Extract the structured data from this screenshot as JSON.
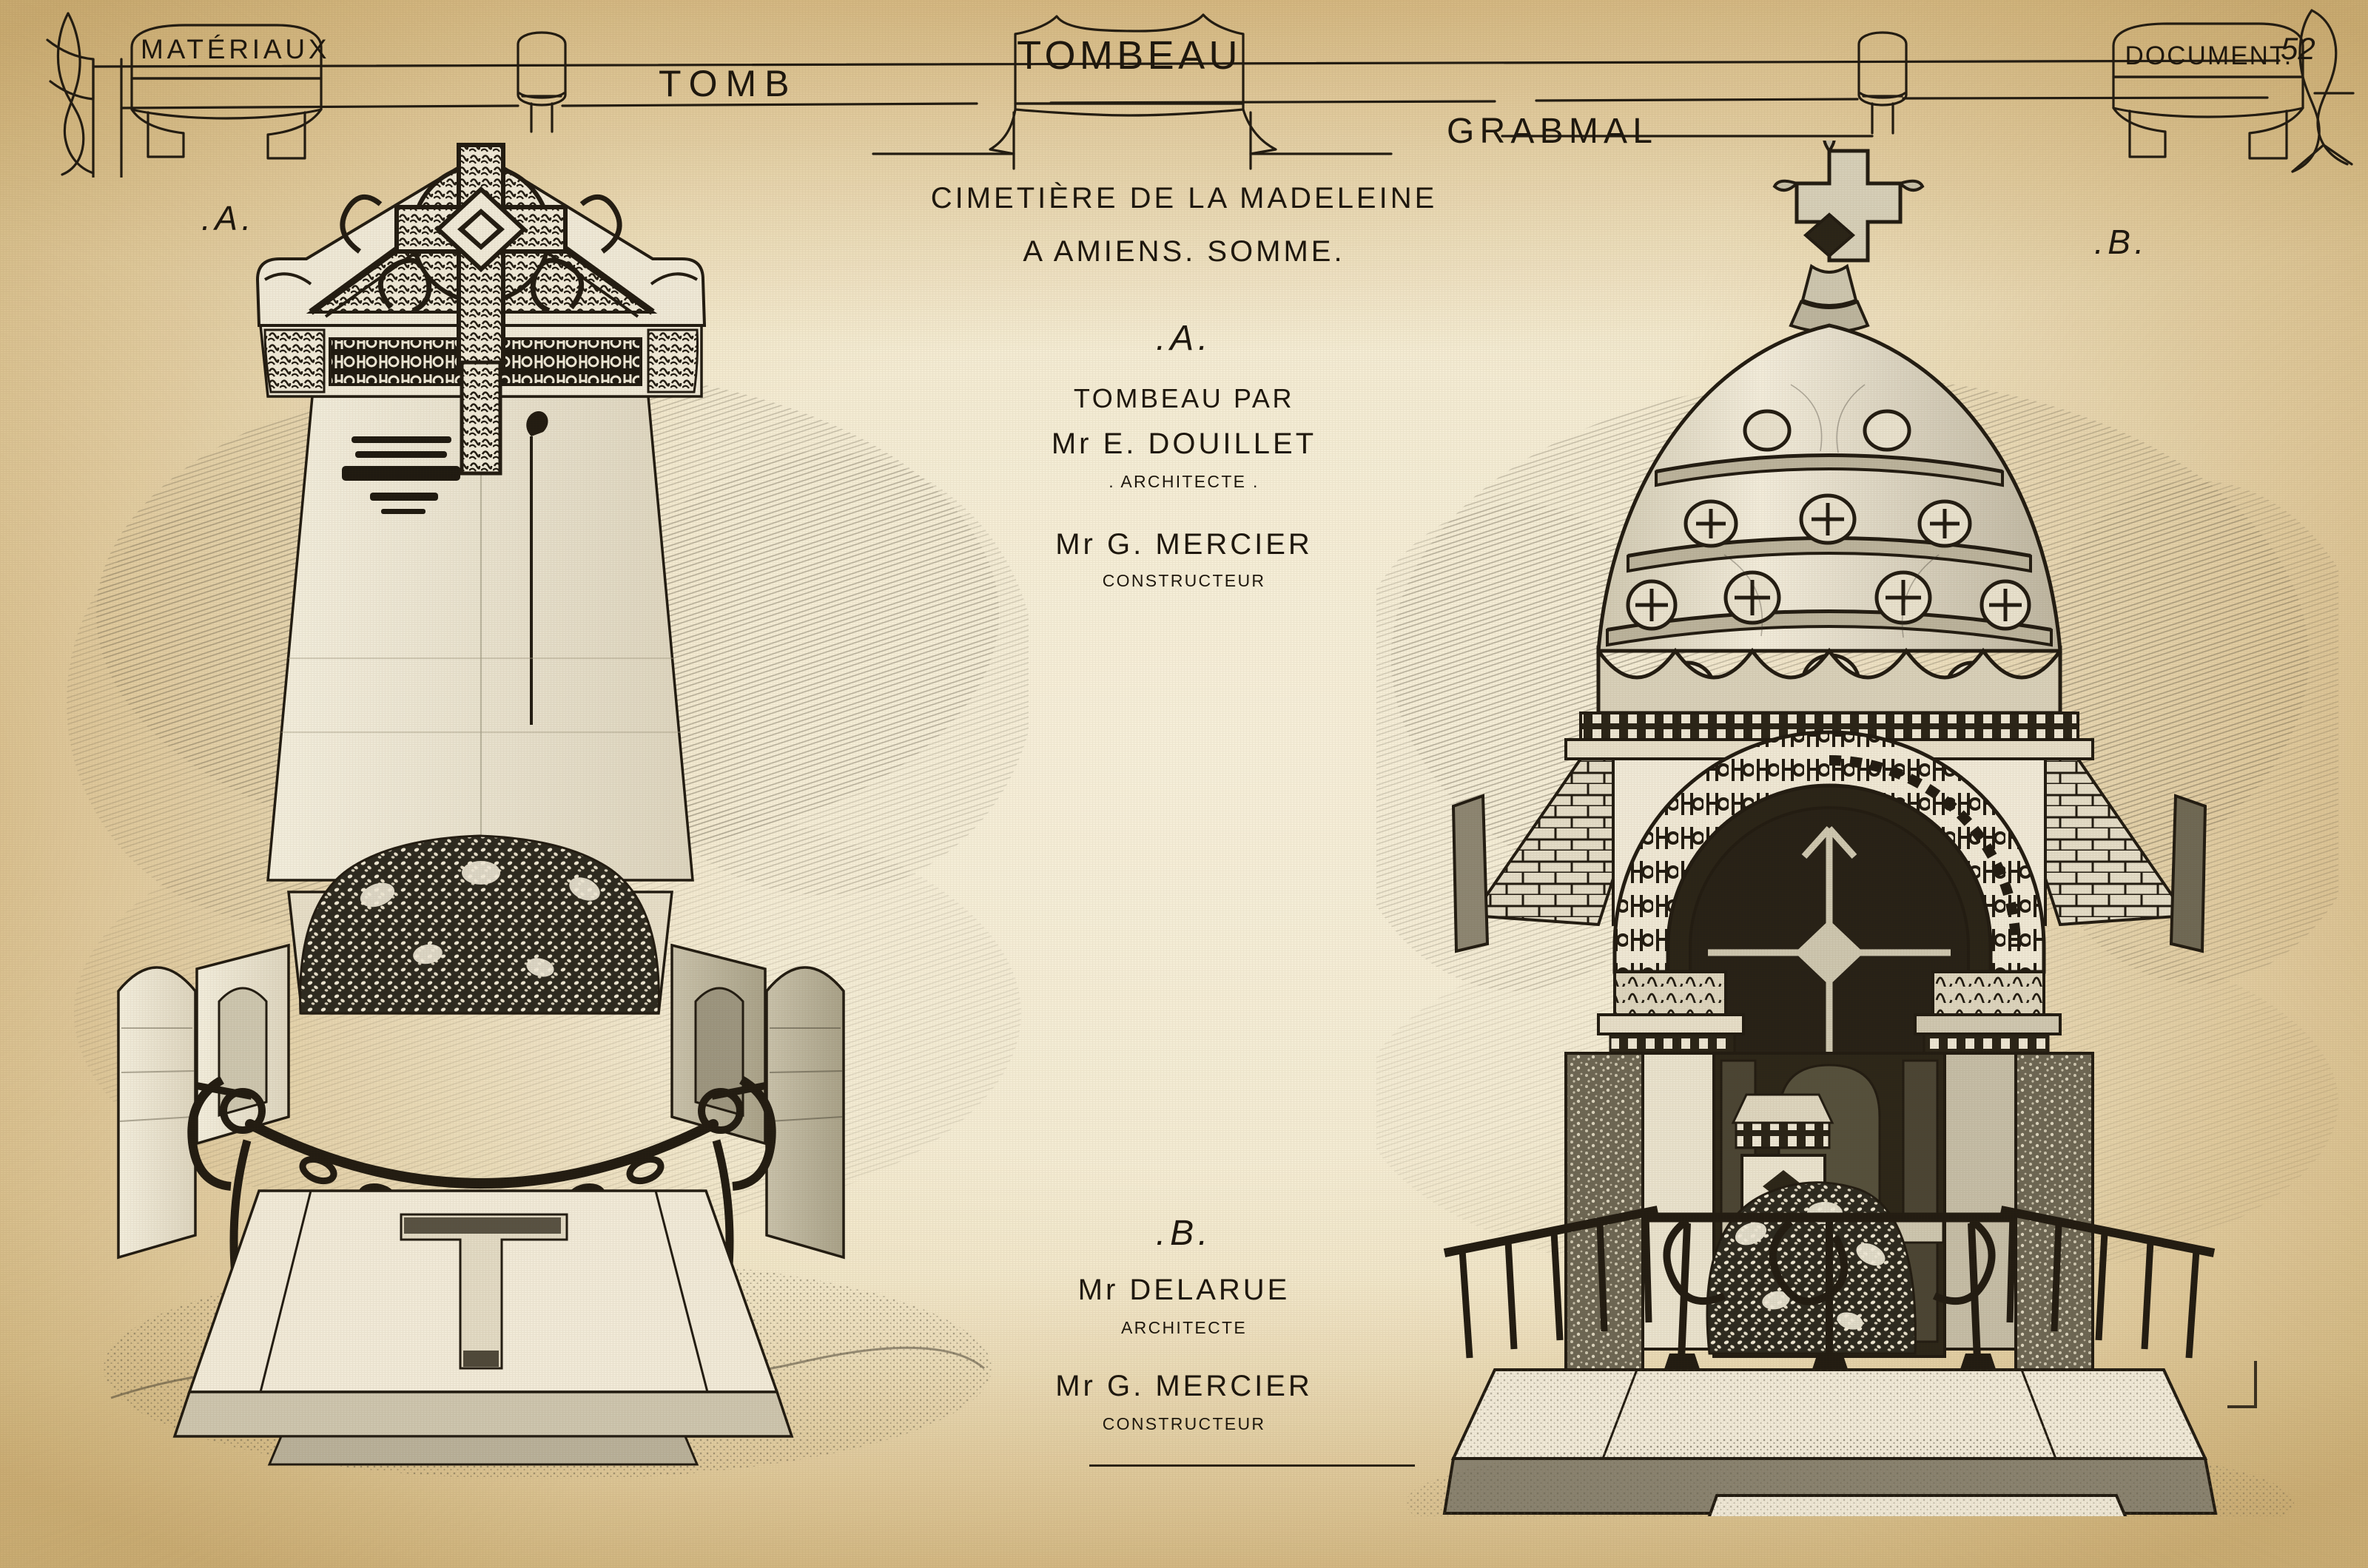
{
  "page": {
    "number": "52",
    "paper_color": "#f4ecd4",
    "ink_color": "#221c12"
  },
  "banner": {
    "left_cartouche": "MATÉRIAUX",
    "left_label": "TOMB",
    "center_cartouche": "TOMBEAU",
    "right_label": "GRABMAL",
    "right_cartouche": "DOCUMENT."
  },
  "title_block": {
    "line1": "CIMETIÈRE DE LA MADELEINE",
    "line2": "A AMIENS. SOMME."
  },
  "caption_a": {
    "letter": ".A.",
    "line1": "TOMBEAU PAR",
    "line2": "Mr E. DOUILLET",
    "line3": ". ARCHITECTE .",
    "line4": "Mr G. MERCIER",
    "line5": "CONSTRUCTEUR"
  },
  "caption_b": {
    "letter": ".B.",
    "line1": "Mr DELARUE",
    "line2": "ARCHITECTE",
    "line3": "Mr G. MERCIER",
    "line4": "CONSTRUCTEUR"
  },
  "side_labels": {
    "left": ".A.",
    "right": ".B."
  },
  "figures": [
    {
      "id": "A",
      "name": "tomb-stele-celtic-cross",
      "description": "Upright stele tomb with carved Celtic cross gable, foliate tympanum, inscribed frieze band, flanking corner posts with chain barrier, flower bed and flat ledger slab with cross",
      "elements": [
        "celtic-cross-finial",
        "foliate-gable",
        "inscription-frieze",
        "inscribed-stele",
        "flower-bed",
        "iron-chain",
        "corner-posts",
        "ledger-slab",
        "cross-inlay"
      ]
    },
    {
      "id": "B",
      "name": "mausoleum-domed-chapel",
      "description": "Domed funerary chapel with banded dome bearing cross medallions, floriated cross finial, tiled roof slopes, arched tympanum with inscribed archivolt and recessed cross, colonnette portal, altar niche, wrought-iron railing and stone steps",
      "elements": [
        "floriated-cross-finial",
        "banded-dome",
        "cross-medallions",
        "tiled-roof",
        "dentil-cornice",
        "carved-frieze",
        "inscribed-archivolt",
        "tympanum-cross",
        "colonnettes",
        "altar-niche",
        "flower-planter",
        "iron-railing",
        "stone-steps"
      ]
    }
  ]
}
